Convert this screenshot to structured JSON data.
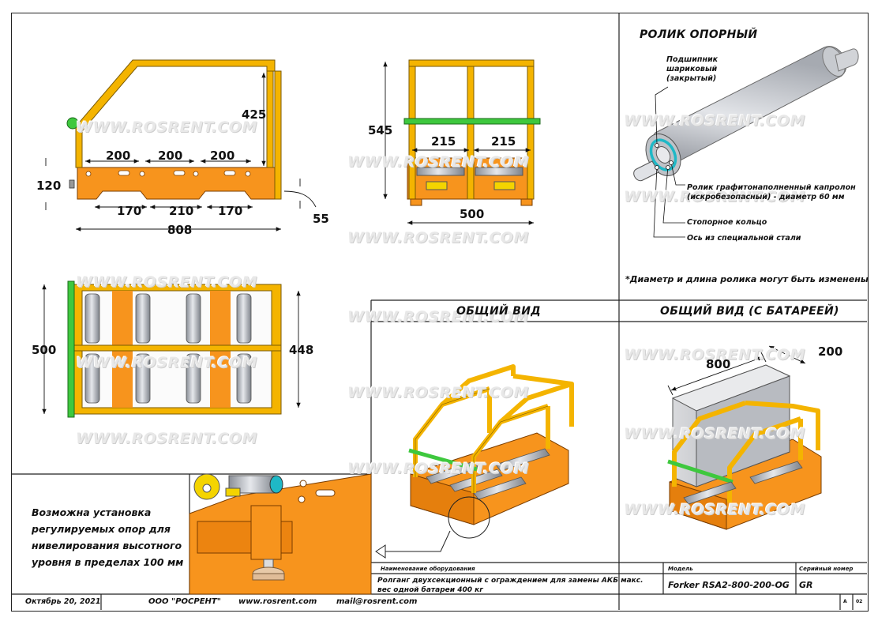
{
  "watermark": "WWW.ROSRENT.COM",
  "colors": {
    "frame_yellow": "#f4b400",
    "frame_orange": "#f7941d",
    "bar_green": "#3ec83e",
    "roller_grey": "#b8bcc4",
    "cyan": "#1fb8c6"
  },
  "side_view": {
    "d425": "425",
    "d200a": "200",
    "d200b": "200",
    "d200c": "200",
    "d120": "120",
    "d170a": "170",
    "d210": "210",
    "d170b": "170",
    "d55": "55",
    "d808": "808"
  },
  "front_view": {
    "d545": "545",
    "d215a": "215",
    "d215b": "215",
    "d500": "500"
  },
  "top_view": {
    "d500": "500",
    "d448": "448"
  },
  "roller": {
    "title": "РОЛИК ОПОРНЫЙ",
    "label_bearing": "Подшипник\nшариковый\n(закрытый)",
    "label_roller": "Ролик графитонаполненный капролон\n(искробезопасный) - диаметр 60 мм",
    "label_ring": "Стопорное кольцо",
    "label_axis": "Ось из специальной стали",
    "footnote": "*Диаметр и длина ролика могут быть изменены"
  },
  "general_view": {
    "title": "ОБЩИЙ ВИД"
  },
  "battery_view": {
    "title": "ОБЩИЙ ВИД (С БАТАРЕЕЙ)",
    "d800": "800",
    "d200": "200"
  },
  "detail_note": "Возможна установка\nрегулируемых опор для\nнивелирования высотного\nуровня в пределах 100 мм",
  "title_block": {
    "equipment_label": "Наименование оборудования",
    "equipment_value": "Ролганг двухсекционный с ограждением для замены АКБ макс. вес одной батареи 400 кг",
    "model_label": "Модель",
    "model_value": "Forker RSA2-800-200-OG",
    "serial_label": "Серийный номер",
    "serial_value": "GR",
    "sheet_a": "А",
    "sheet_n": "02"
  },
  "footer": {
    "date": "Октябрь 20, 2021",
    "company": "ООО \"РОСРЕНТ\"",
    "site": "www.rosrent.com",
    "mail": "mail@rosrent.com"
  }
}
